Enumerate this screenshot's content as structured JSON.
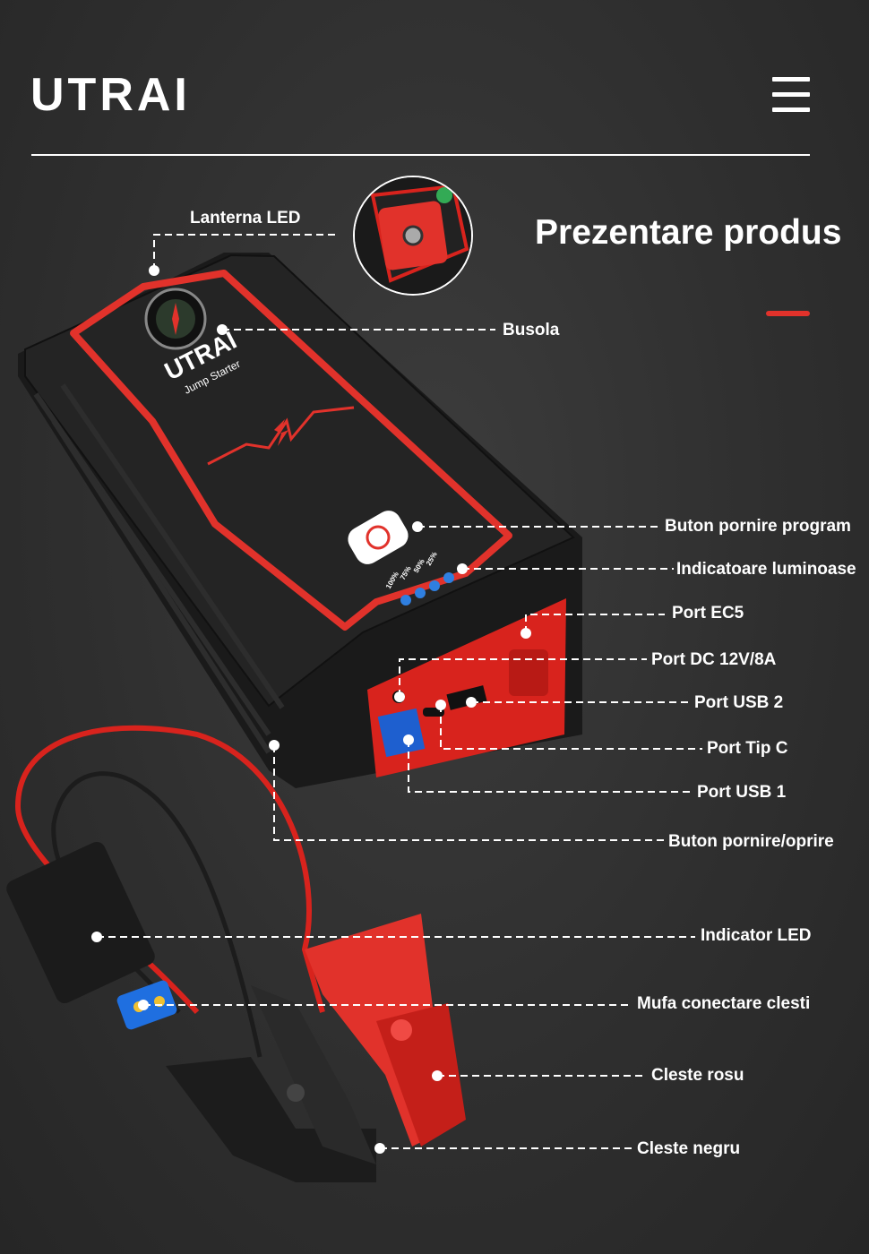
{
  "header": {
    "logo": "UTRAI",
    "menu_icon": "hamburger-menu-icon"
  },
  "page_title": "Prezentare produs",
  "colors": {
    "accent": "#e1322b",
    "background": "#2f2f2f",
    "text": "#ffffff",
    "led_blue": "#2f7fe0"
  },
  "device": {
    "brand": "UTRAI",
    "model": "Jump Starter",
    "battery_levels": [
      "25%",
      "50%",
      "75%",
      "100%"
    ]
  },
  "labels": {
    "lanterna": "Lanterna LED",
    "busola": "Busola",
    "buton_program": "Buton pornire program",
    "indicatoare": "Indicatoare luminoase",
    "port_ec5": "Port EC5",
    "port_dc": "Port DC 12V/8A",
    "port_usb2": "Port USB 2",
    "port_tipc": "Port Tip C",
    "port_usb1": "Port USB 1",
    "buton_onoff": "Buton pornire/oprire",
    "indicator_led": "Indicator LED",
    "mufa": "Mufa conectare clesti",
    "cleste_rosu": "Cleste rosu",
    "cleste_negru": "Cleste negru"
  }
}
